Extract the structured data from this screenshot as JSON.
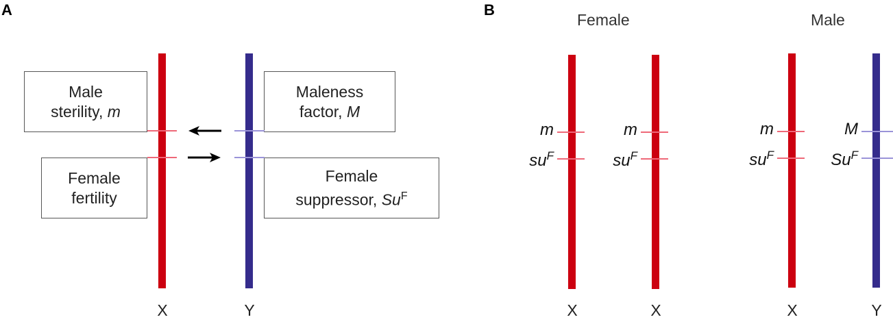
{
  "panel_a": {
    "label": "A",
    "boxes": {
      "male_sterility": {
        "line1": "Male",
        "line2_text": "sterility, ",
        "line2_italic": "m"
      },
      "female_fertility": {
        "line1": "Female",
        "line2_text": "fertility",
        "line2_italic": ""
      },
      "maleness_factor": {
        "line1": "Maleness",
        "line2_text": "factor, ",
        "line2_italic": "M"
      },
      "female_suppressor": {
        "line1": "Female",
        "line2_text": "suppressor, ",
        "line2_italic": "Su",
        "line2_sup": "F"
      }
    },
    "chromosomes": [
      {
        "name": "X",
        "color": "#cc0010"
      },
      {
        "name": "Y",
        "color": "#352c8c"
      }
    ],
    "arrows": [
      {
        "direction": "left",
        "meaning": "Y to X"
      },
      {
        "direction": "right",
        "meaning": "X to Y"
      }
    ]
  },
  "panel_b": {
    "label": "B",
    "groups": [
      {
        "title": "Female",
        "chromosomes": [
          {
            "name": "X",
            "color": "#cc0010",
            "loci": [
              {
                "gene": "m",
                "sup": ""
              },
              {
                "gene": "su",
                "sup": "F"
              }
            ]
          },
          {
            "name": "X",
            "color": "#cc0010",
            "loci": [
              {
                "gene": "m",
                "sup": ""
              },
              {
                "gene": "su",
                "sup": "F"
              }
            ]
          }
        ]
      },
      {
        "title": "Male",
        "chromosomes": [
          {
            "name": "X",
            "color": "#cc0010",
            "loci": [
              {
                "gene": "m",
                "sup": ""
              },
              {
                "gene": "su",
                "sup": "F"
              }
            ]
          },
          {
            "name": "Y",
            "color": "#352c8c",
            "loci": [
              {
                "gene": "M",
                "sup": ""
              },
              {
                "gene": "Su",
                "sup": "F"
              }
            ]
          }
        ]
      }
    ]
  },
  "colors": {
    "x_chromosome": "#cc0010",
    "y_chromosome": "#352c8c",
    "x_tick": "#ee6878",
    "y_tick": "#9a93d8"
  }
}
